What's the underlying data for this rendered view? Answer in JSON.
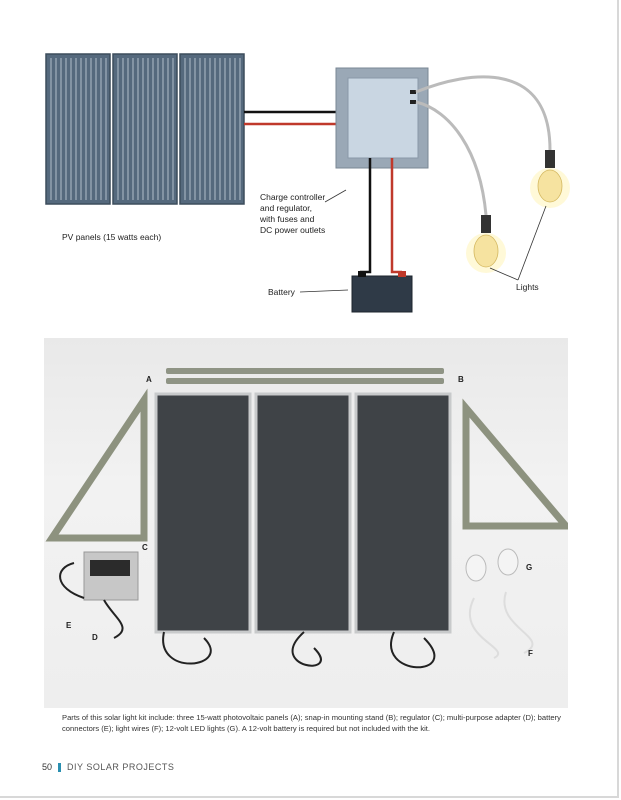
{
  "diagram": {
    "pv_label": "PV panels (15 watts each)",
    "controller_label": [
      "Charge controller",
      "and regulator,",
      "with fuses and",
      "DC power outlets"
    ],
    "battery_label": "Battery",
    "lights_label": "Lights"
  },
  "photo": {
    "labels": {
      "a": "A",
      "b": "B",
      "c": "C",
      "d": "D",
      "e": "E",
      "f": "F",
      "g": "G"
    }
  },
  "caption": "Parts of this solar light kit include: three 15-watt photovoltaic panels (A); snap-in mounting stand (B); regulator (C); multi-purpose adapter (D); battery connectors (E); light wires (F); 12-volt LED lights (G). A 12-volt battery is required but not included with the kit.",
  "footer": {
    "page_number": "50",
    "book_title": "DIY SOLAR PROJECTS"
  },
  "colors": {
    "accent": "#2a8fb0",
    "panel": "#5b6b7b",
    "wire_red": "#c0392b",
    "wire_black": "#111111"
  }
}
